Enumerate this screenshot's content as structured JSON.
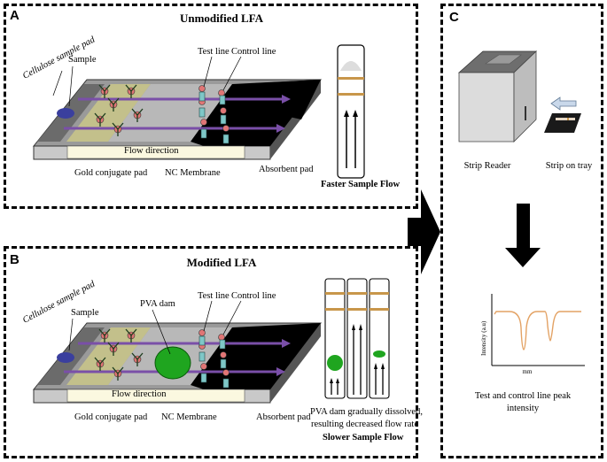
{
  "panel_a": {
    "letter": "A",
    "title": "Unmodified LFA",
    "labels": {
      "cellulose_pad": "Cellulose sample pad",
      "sample": "Sample",
      "test_line": "Test line",
      "control_line": "Control line",
      "flow_direction": "Flow direction",
      "gold_pad": "Gold conjugate pad",
      "nc_membrane": "NC Membrane",
      "absorbent_pad": "Absorbent pad"
    },
    "caption": "Faster Sample Flow"
  },
  "panel_b": {
    "letter": "B",
    "title": "Modified LFA",
    "labels": {
      "cellulose_pad": "Cellulose sample pad",
      "sample": "Sample",
      "pva_dam": "PVA dam",
      "test_line": "Test line",
      "control_line": "Control line",
      "flow_direction": "Flow direction",
      "gold_pad": "Gold conjugate pad",
      "nc_membrane": "NC Membrane",
      "absorbent_pad": "Absorbent pad"
    },
    "caption_line1": "PVA dam gradually dissolved,",
    "caption_line2": "resulting decreased flow rate",
    "caption_bold": "Slower Sample Flow"
  },
  "panel_c": {
    "letter": "C",
    "strip_reader": "Strip Reader",
    "strip_on_tray": "Strip on tray",
    "ylabel": "Intensity (a.u)",
    "xlabel": "mm",
    "caption_line1": "Test and control line peak",
    "caption_line2": "intensity"
  },
  "colors": {
    "line_band": "#c8964a",
    "gold_pad": "#c8c48a",
    "pva_dam": "#1fa51f",
    "peak_curve": "#e3a264",
    "arrow_purple": "#7a4fa8"
  }
}
